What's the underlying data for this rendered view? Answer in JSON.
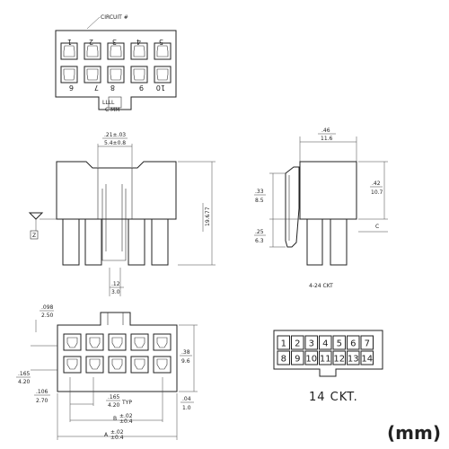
{
  "top_view": {
    "circuit_label": "CIRCUIT #",
    "top_numbers": [
      "1",
      "2",
      "3",
      "4",
      "5"
    ],
    "bottom_numbers": [
      "6",
      "7",
      "8",
      "9",
      "10"
    ],
    "latch_text": "LLLL",
    "latch_subtext": "C  MM"
  },
  "front_view": {
    "dim_top": ".21±.03",
    "dim_top_mm": "5.4±0.8",
    "dim_height": ".77",
    "dim_height_mm": "19.6",
    "dim_pin": ".12",
    "dim_pin_mm": "3.0",
    "datum_label": "Z"
  },
  "side_view": {
    "dim_width": ".46",
    "dim_width_mm": "11.6",
    "dim_a": ".33",
    "dim_a_mm": "8.5",
    "dim_b": ".42",
    "dim_b_mm": "10.7",
    "dim_c": ".25",
    "dim_c_mm": "6.3",
    "c_label": "C",
    "range_label": "4-24 CKT"
  },
  "bottom_view": {
    "dim_098": ".098",
    "dim_250": "2.50",
    "dim_38": ".38",
    "dim_96": "9.6",
    "dim_165": ".165",
    "dim_420": "4.20",
    "dim_106": ".106",
    "dim_270": "2.70",
    "dim_165b": ".165",
    "dim_420b": "4.20",
    "typ": "TYP",
    "dim_04": ".04",
    "dim_10": "1.0",
    "b_label": "B",
    "b_tol": "±.02",
    "b_tol2": "±0.4",
    "a_label": "A",
    "a_tol": "±.02",
    "a_tol2": "±0.4"
  },
  "ckt_view": {
    "top_numbers": [
      "1",
      "2",
      "3",
      "4",
      "5",
      "6",
      "7"
    ],
    "bottom_numbers": [
      "8",
      "9",
      "10",
      "11",
      "12",
      "13",
      "14"
    ],
    "label": "14 CKT."
  },
  "unit_label": "(mm)"
}
